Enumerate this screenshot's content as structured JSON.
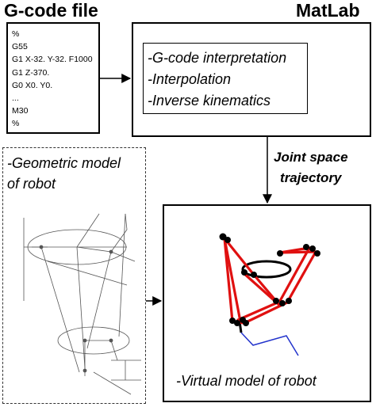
{
  "gcode": {
    "title": "G-code file",
    "lines": [
      "%",
      "G55",
      "G1 X-32. Y-32. F1000",
      "G1 Z-370.",
      "G0 X0. Y0.",
      "...",
      "M30",
      "%"
    ]
  },
  "matlab": {
    "title": "MatLab",
    "steps": [
      "-G-code interpretation",
      "-Interpolation",
      "-Inverse kinematics"
    ]
  },
  "trajectory": {
    "line1": "Joint space",
    "line2": "trajectory"
  },
  "geometric": {
    "line1": "-Geometric model",
    "line2": "of robot"
  },
  "virtual": {
    "label": "-Virtual model of robot"
  },
  "colors": {
    "robot_links": "#e01010",
    "robot_joints": "#000000",
    "trajectory_line": "#2233cc"
  }
}
